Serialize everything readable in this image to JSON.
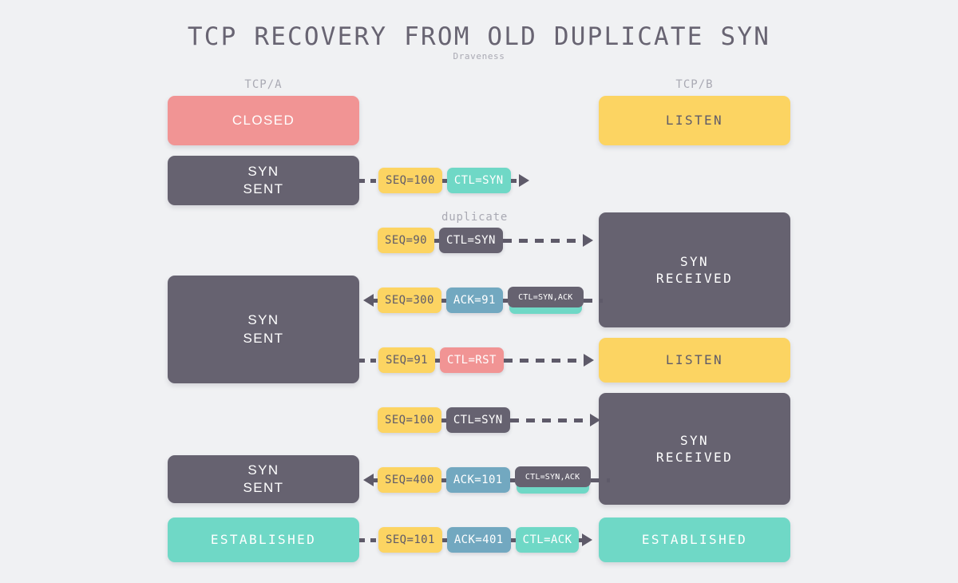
{
  "header": {
    "title": "TCP RECOVERY FROM OLD DUPLICATE SYN",
    "subtitle": "Draveness"
  },
  "columns": {
    "left_label": "TCP/A",
    "right_label": "TCP/B"
  },
  "annotations": {
    "duplicate": "duplicate"
  },
  "left_states": [
    {
      "id": "closed",
      "label": "CLOSED",
      "color": "#F19494"
    },
    {
      "id": "syn-sent-1",
      "label": "SYN\nSENT",
      "color": "#666270"
    },
    {
      "id": "syn-sent-2",
      "label": "SYN\nSENT",
      "color": "#666270"
    },
    {
      "id": "syn-sent-3",
      "label": "SYN\nSENT",
      "color": "#666270"
    },
    {
      "id": "established-a",
      "label": "ESTABLISHED",
      "color": "#6FD8C6"
    }
  ],
  "right_states": [
    {
      "id": "listen-1",
      "label": "LISTEN",
      "color": "#FCD462"
    },
    {
      "id": "syn-received-1",
      "label": "SYN\nRECEIVED",
      "color": "#666270"
    },
    {
      "id": "listen-2",
      "label": "LISTEN",
      "color": "#FCD462"
    },
    {
      "id": "syn-received-2",
      "label": "SYN\nRECEIVED",
      "color": "#666270"
    },
    {
      "id": "established-b",
      "label": "ESTABLISHED",
      "color": "#6FD8C6"
    }
  ],
  "messages": [
    {
      "id": "msg-syn-100-lost",
      "direction": "right",
      "seq": "SEQ=100",
      "ack": null,
      "ctl": "CTL=SYN",
      "ctl_style": "teal"
    },
    {
      "id": "msg-syn-90-duplicate",
      "direction": "right",
      "seq": "SEQ=90",
      "ack": null,
      "ctl": "CTL=SYN",
      "ctl_style": "gray"
    },
    {
      "id": "msg-synack-300-91",
      "direction": "left",
      "seq": "SEQ=300",
      "ack": "ACK=91",
      "ctl": "CTL=SYN,ACK",
      "ctl_style": "stack"
    },
    {
      "id": "msg-rst-91",
      "direction": "right",
      "seq": "SEQ=91",
      "ack": null,
      "ctl": "CTL=RST",
      "ctl_style": "salmon"
    },
    {
      "id": "msg-syn-100-retry",
      "direction": "right",
      "seq": "SEQ=100",
      "ack": null,
      "ctl": "CTL=SYN",
      "ctl_style": "gray"
    },
    {
      "id": "msg-synack-400-101",
      "direction": "left",
      "seq": "SEQ=400",
      "ack": "ACK=101",
      "ctl": "CTL=SYN,ACK",
      "ctl_style": "stack"
    },
    {
      "id": "msg-ack-101-401",
      "direction": "right",
      "seq": "SEQ=101",
      "ack": "ACK=401",
      "ctl": "CTL=ACK",
      "ctl_style": "teal"
    }
  ],
  "palette": {
    "background": "#F0F1F3",
    "salmon": "#F19494",
    "yellow": "#FCD462",
    "teal": "#6FD8C6",
    "gray": "#666270",
    "blue": "#72A8C0",
    "muted_text": "#A9A9B3",
    "connector": "#5E5A69"
  }
}
